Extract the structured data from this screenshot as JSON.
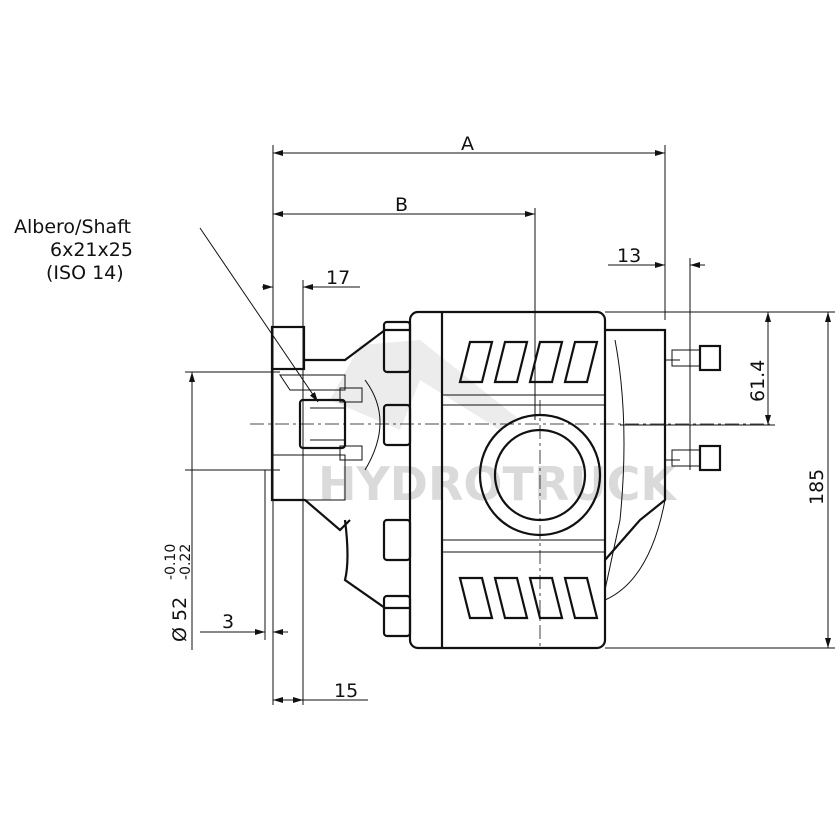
{
  "labels": {
    "dim_a": "A",
    "dim_b": "B",
    "dim_13": "13",
    "dim_17": "17",
    "dim_61_4": "61.4",
    "dim_185": "185",
    "dim_3": "3",
    "dim_15": "15",
    "dim_diameter": "Ø 52",
    "dim_tol_upper": "-0.10",
    "dim_tol_lower": "-0.22",
    "shaft_line1": "Albero/Shaft",
    "shaft_line2": "6x21x25",
    "shaft_line3": "(ISO 14)"
  },
  "watermark": "HYDROTRUCK",
  "colors": {
    "line": "#111111",
    "watermark": "#bdbdbd"
  }
}
